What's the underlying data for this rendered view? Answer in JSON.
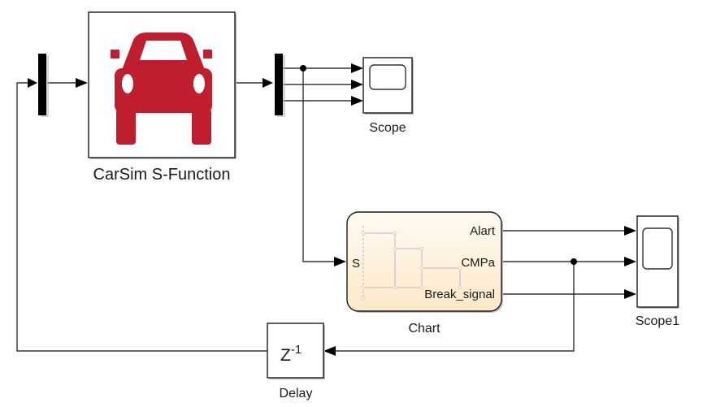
{
  "diagram": {
    "type": "simulink-block-diagram",
    "blocks": {
      "carsim": {
        "label": "CarSim S-Function",
        "icon": "car-icon",
        "icon_color": "#be1e2d"
      },
      "scope": {
        "label": "Scope",
        "icon": "scope-screen-icon"
      },
      "chart": {
        "label": "Chart",
        "input_port": "S",
        "output_ports": [
          "Alart",
          "CMPa",
          "Break_signal"
        ],
        "fill_top": "#fffaf2",
        "fill_bottom": "#fde9c9"
      },
      "scope1": {
        "label": "Scope1",
        "icon": "scope-screen-icon"
      },
      "delay": {
        "label": "Delay",
        "expr_base": "Z",
        "expr_exp": "-1"
      },
      "mux": {
        "label": ""
      },
      "demux": {
        "label": ""
      }
    },
    "connections": [
      {
        "from": "delay",
        "to": "mux"
      },
      {
        "from": "mux",
        "to": "carsim"
      },
      {
        "from": "carsim",
        "to": "demux"
      },
      {
        "from": "demux.out1",
        "to": "scope.in1"
      },
      {
        "from": "demux.out2",
        "to": "scope.in2"
      },
      {
        "from": "demux.out3",
        "to": "scope.in3"
      },
      {
        "from": "demux.out1",
        "to": "chart.S"
      },
      {
        "from": "chart.Alart",
        "to": "scope1.in1"
      },
      {
        "from": "chart.CMPa",
        "to": "scope1.in2"
      },
      {
        "from": "chart.Break_signal",
        "to": "scope1.in3"
      },
      {
        "from": "chart.CMPa",
        "to": "delay"
      }
    ]
  }
}
